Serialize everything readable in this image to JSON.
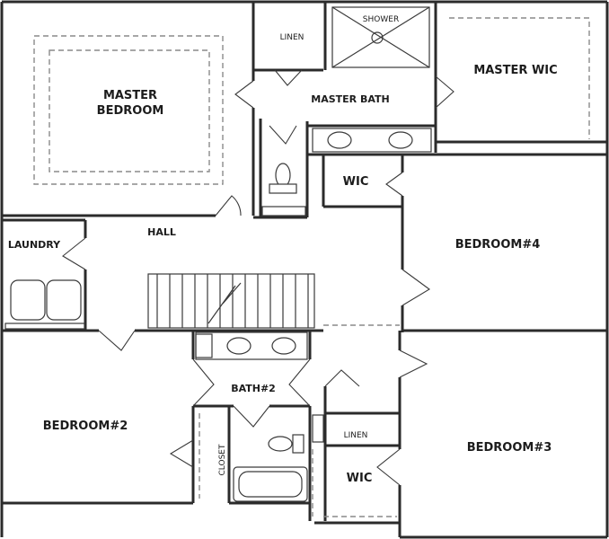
{
  "rooms": {
    "master_bedroom_line1": "MASTER",
    "master_bedroom_line2": "BEDROOM",
    "linen_top": "LINEN",
    "shower": "SHOWER",
    "master_wic": "MASTER WIC",
    "master_bath": "MASTER BATH",
    "wic_upper": "WIC",
    "laundry": "LAUNDRY",
    "hall": "HALL",
    "bedroom4": "BEDROOM#4",
    "bath2": "BATH#2",
    "bedroom2": "BEDROOM#2",
    "closet": "CLOSET",
    "linen_lower": "LINEN",
    "wic_lower": "WIC",
    "bedroom3": "BEDROOM#3"
  }
}
